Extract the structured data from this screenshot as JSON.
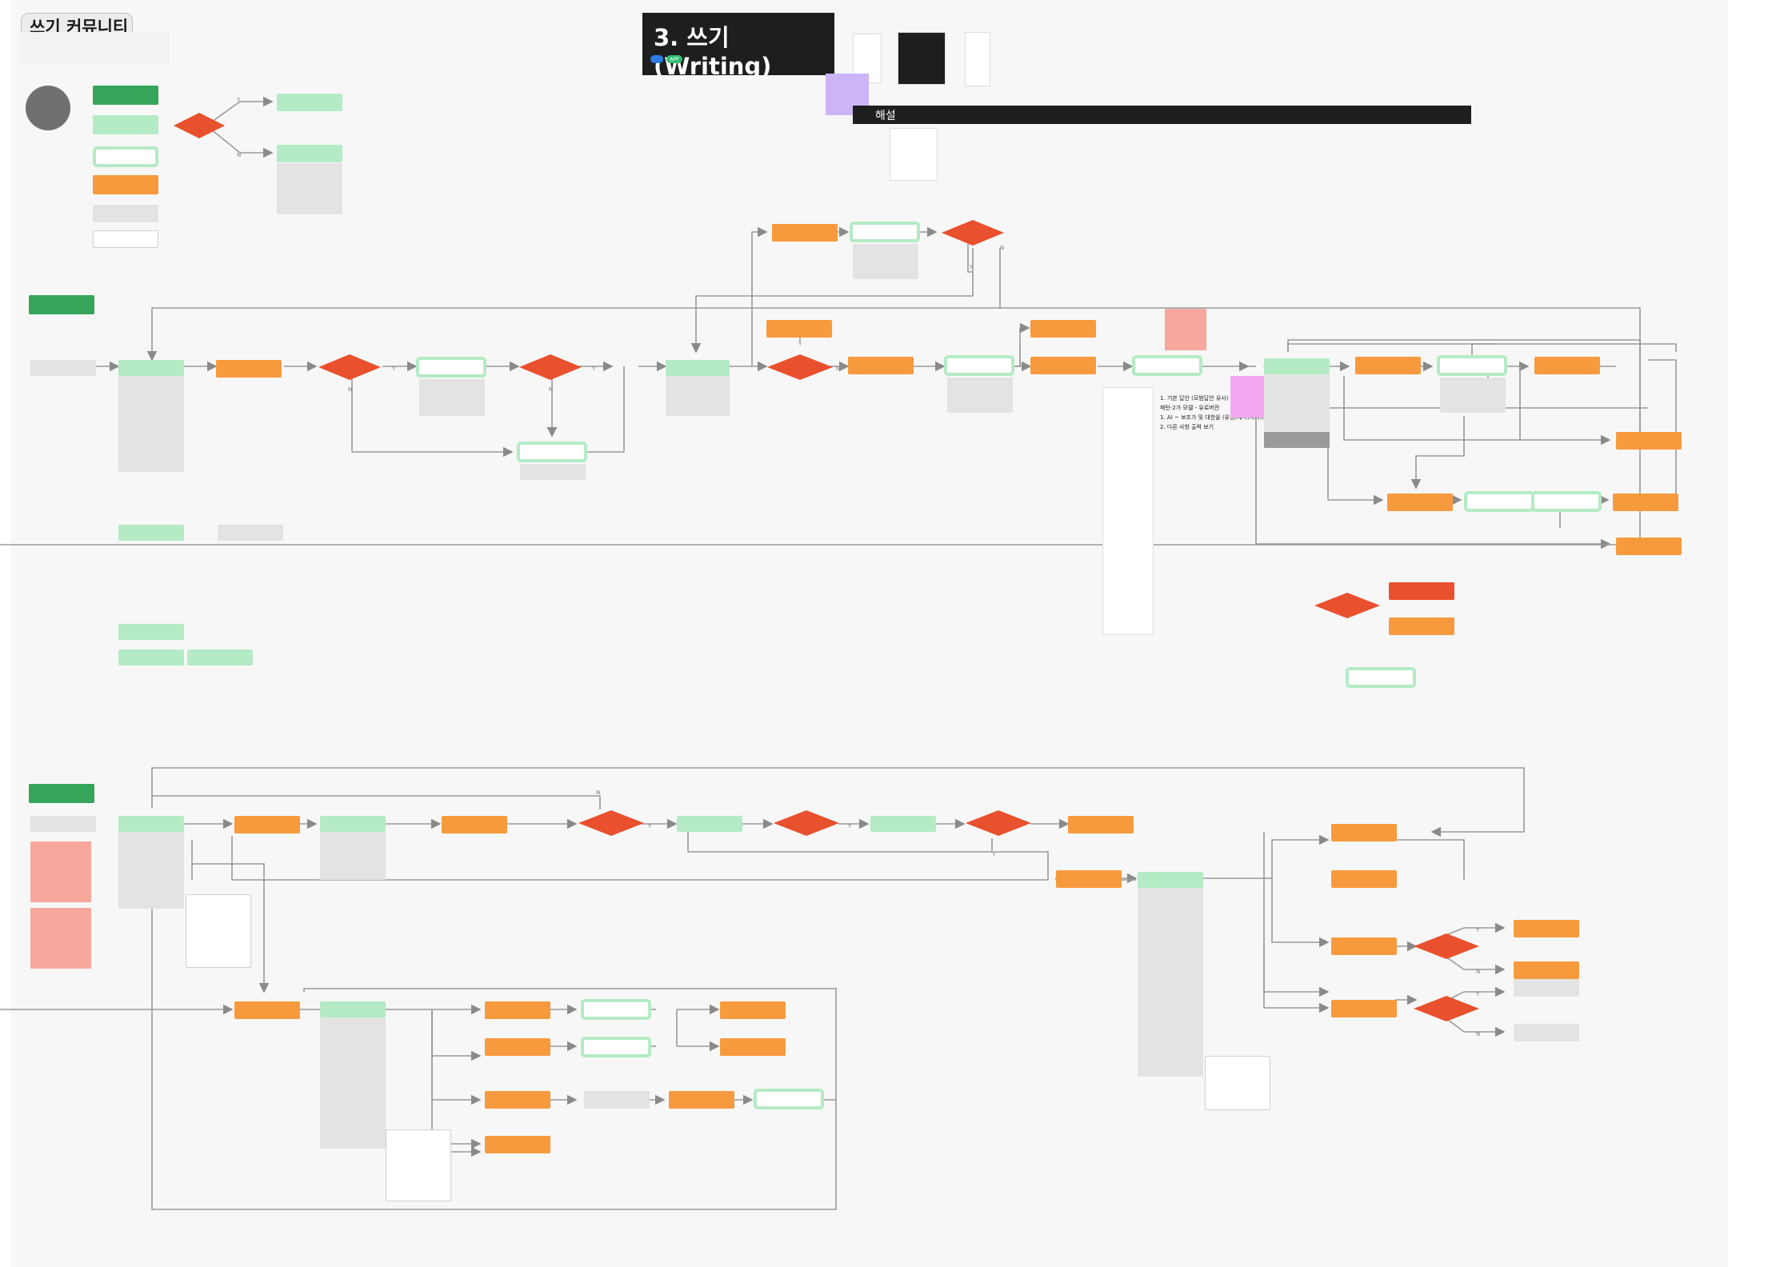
{
  "community_title": "쓰기 커뮤니티",
  "writing_title": "3. 쓰기(Writing)",
  "writing_badges": [
    "",
    "APP"
  ],
  "commentary_header": "해설",
  "branch_yes": "Y",
  "branch_no": "N",
  "notes": {
    "check_basic": "1. 기본 답안 (모범답안 유사)",
    "first_line": "패턴-2가 모델 - 유로버전",
    "item_1": "1. AI ~ 보조가 및 대한을 (유형(제시)지시)(필요)표현 ~ 다른(결과)",
    "item_2": "2. 다른 사항 출력 보기"
  },
  "colors": {
    "orange": "#f79a3e",
    "green": "#b4ebc5",
    "dark_green": "#35a55a",
    "red": "#e9502e",
    "gray": "#e3e3e3",
    "pink": "#f7a79c",
    "purple": "#cbb5f7",
    "black": "#1e1e1e"
  }
}
